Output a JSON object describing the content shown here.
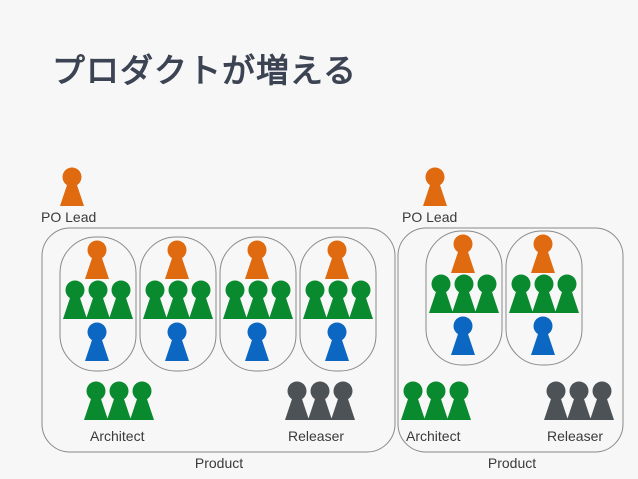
{
  "title": "プロダクトが増える",
  "colors": {
    "po": "#e06a10",
    "dev": "#0a8a2e",
    "qa": "#0b67c2",
    "releaser": "#4d5257",
    "border": "#8a8a8a",
    "text": "#3a3a3a"
  },
  "products": [
    {
      "po_lead_label": "PO Lead",
      "product_label": "Product",
      "architect_label": "Architect",
      "releaser_label": "Releaser",
      "team_count": 4
    },
    {
      "po_lead_label": "PO Lead",
      "product_label": "Product",
      "architect_label": "Architect",
      "releaser_label": "Releaser",
      "team_count": 2
    }
  ]
}
